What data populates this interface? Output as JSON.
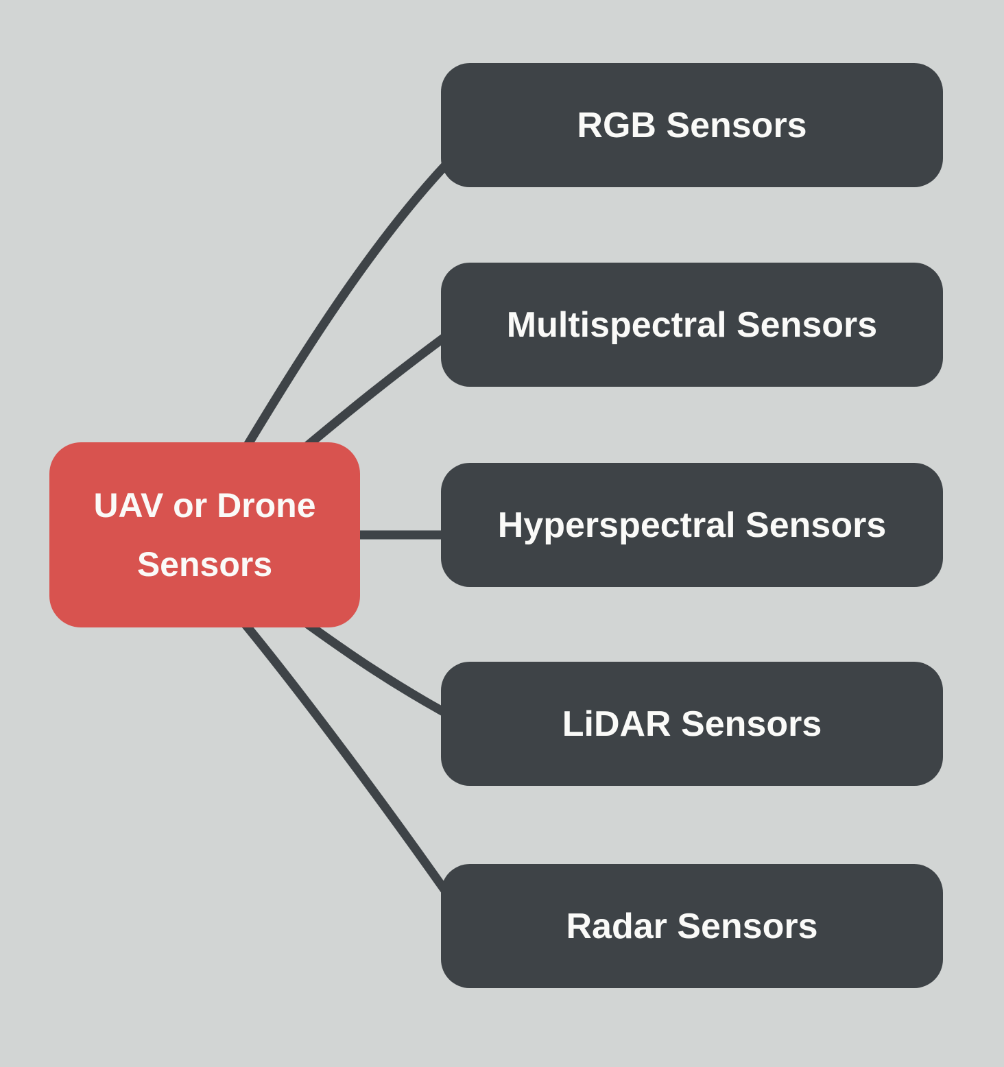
{
  "diagram": {
    "type": "mindmap",
    "root": {
      "label": "UAV or Drone Sensors"
    },
    "children": [
      {
        "label": "RGB Sensors"
      },
      {
        "label": "Multispectral Sensors"
      },
      {
        "label": "Hyperspectral Sensors"
      },
      {
        "label": "LiDAR Sensors"
      },
      {
        "label": "Radar Sensors"
      }
    ],
    "colors": {
      "background": "#d2d5d4",
      "root_fill": "#d8534f",
      "child_fill": "#3e4347",
      "connector": "#3e4347",
      "text": "#fafaf8"
    }
  }
}
